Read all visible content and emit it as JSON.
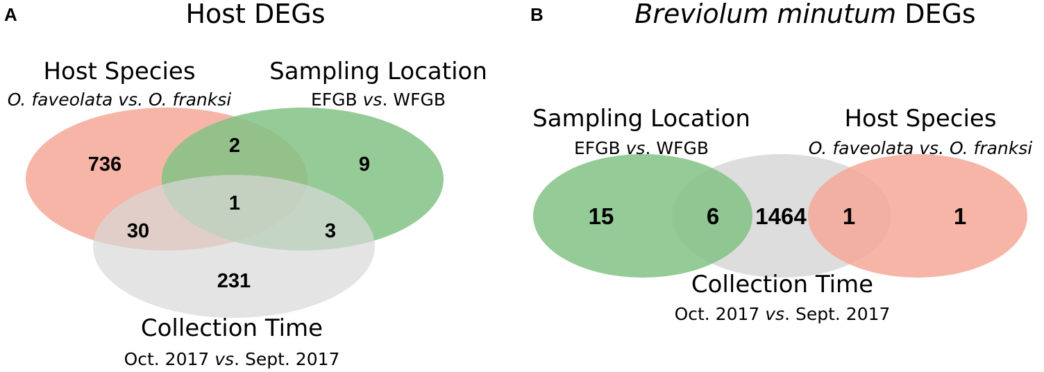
{
  "panel_a": {
    "letter": "A",
    "title": "Host DEGs",
    "sets": {
      "host": {
        "name": "Host Species",
        "subtitle_parts": [
          {
            "text": "O. faveolata vs. O. franksi",
            "italic": true
          }
        ],
        "color": "#f4a897"
      },
      "location": {
        "name": "Sampling Location",
        "subtitle_parts": [
          {
            "text": "EFGB ",
            "italic": false
          },
          {
            "text": "vs",
            "italic": true
          },
          {
            "text": ". WFGB",
            "italic": false
          }
        ],
        "color": "#82c285"
      },
      "time": {
        "name": "Collection Time",
        "subtitle_parts": [
          {
            "text": "Oct. 2017 ",
            "italic": false
          },
          {
            "text": "vs",
            "italic": true
          },
          {
            "text": ". Sept. 2017",
            "italic": false
          }
        ],
        "color": "#d9d9d9"
      }
    },
    "counts": {
      "host_only": "736",
      "host_location": "2",
      "location_only": "9",
      "all_three": "1",
      "host_time": "30",
      "location_time": "3",
      "time_only": "231"
    }
  },
  "panel_b": {
    "letter": "B",
    "title_parts": [
      {
        "text": "Breviolum minutum",
        "italic": true
      },
      {
        "text": " DEGs",
        "italic": false
      }
    ],
    "sets": {
      "location": {
        "name": "Sampling Location",
        "subtitle_parts": [
          {
            "text": "EFGB ",
            "italic": false
          },
          {
            "text": "vs",
            "italic": true
          },
          {
            "text": ". WFGB",
            "italic": false
          }
        ],
        "color": "#82c285"
      },
      "host": {
        "name": "Host Species",
        "subtitle_parts": [
          {
            "text": "O. faveolata vs. O. franksi",
            "italic": true
          }
        ],
        "color": "#f4a897"
      },
      "time": {
        "name": "Collection Time",
        "subtitle_parts": [
          {
            "text": "Oct. 2017 ",
            "italic": false
          },
          {
            "text": "vs",
            "italic": true
          },
          {
            "text": ". Sept. 2017",
            "italic": false
          }
        ],
        "color": "#d9d9d9"
      }
    },
    "counts": {
      "location_only": "15",
      "location_time": "6",
      "time_only": "1464",
      "time_host": "1",
      "host_only": "1"
    }
  }
}
